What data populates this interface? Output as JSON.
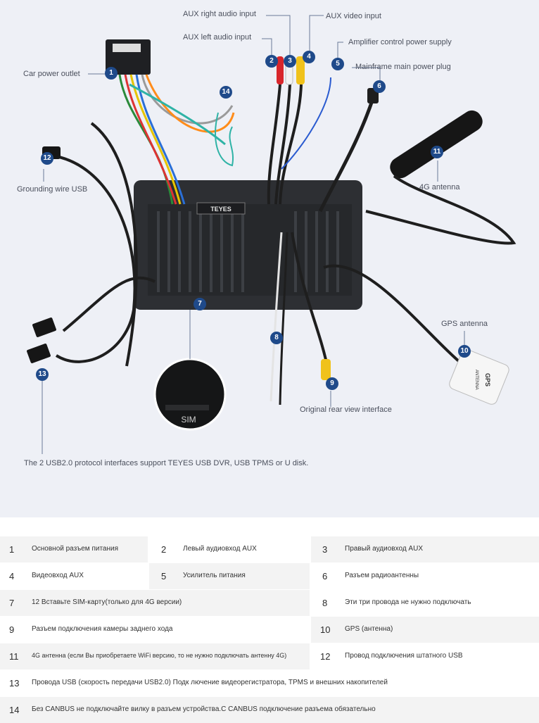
{
  "diagram": {
    "labels": {
      "aux_right": "AUX right audio input",
      "aux_video": "AUX video input",
      "aux_left": "AUX left audio input",
      "amp_power": "Amplifier control power supply",
      "car_power": "Car power outlet",
      "main_power": "Mainframe main power plug",
      "ground_usb": "Grounding wire USB",
      "antenna_4g": "4G antenna",
      "gps_antenna": "GPS antenna",
      "rear_view": "Original rear view interface",
      "usb_note": "The 2 USB2.0 protocol interfaces support TEYES USB DVR, USB TPMS or U disk.",
      "brand": "TEYES",
      "sim": "SIM",
      "gps_box_1": "GPS",
      "gps_box_2": "ANTENNA"
    },
    "badges": [
      "1",
      "2",
      "3",
      "4",
      "5",
      "6",
      "7",
      "8",
      "9",
      "10",
      "11",
      "12",
      "13",
      "14"
    ]
  },
  "table": {
    "rows": [
      [
        {
          "n": "1",
          "t": "Основной разъем питания"
        },
        {
          "n": "2",
          "t": "Левый аудиовход  AUX"
        },
        {
          "n": "3",
          "t": "Правый аудиовход  AUX"
        }
      ],
      [
        {
          "n": "4",
          "t": "Видеовход  AUX"
        },
        {
          "n": "5",
          "t": "Усилитель питания"
        },
        {
          "n": "6",
          "t": "Разъем радиоантенны"
        }
      ],
      [
        {
          "n": "7",
          "t": "12 Вставьте SIM-карту(только для 4G версии)"
        },
        {
          "n": "8",
          "t": "Эти три провода не нужно подключать"
        }
      ],
      [
        {
          "n": "9",
          "t": "Разъем подключения камеры заднего хода"
        },
        {
          "n": "10",
          "t": "GPS (антенна)"
        }
      ],
      [
        {
          "n": "11",
          "t": "4G  антенна (если Вы приобретаете WiFi версию, то не нужно подключать антенну 4G)"
        },
        {
          "n": "12",
          "t": "Провод подключения штатного USB"
        }
      ],
      [
        {
          "n": "13",
          "t": "Провода USB (скорость передачи USB2.0) Подк  лючение видеорегистратора, TPMS  и внешних накопителей"
        }
      ],
      [
        {
          "n": "14",
          "t": "Без CANBUS не подключайте вилку в разъем устройства.С CANBUS подключение разъема обязательно"
        }
      ]
    ]
  }
}
